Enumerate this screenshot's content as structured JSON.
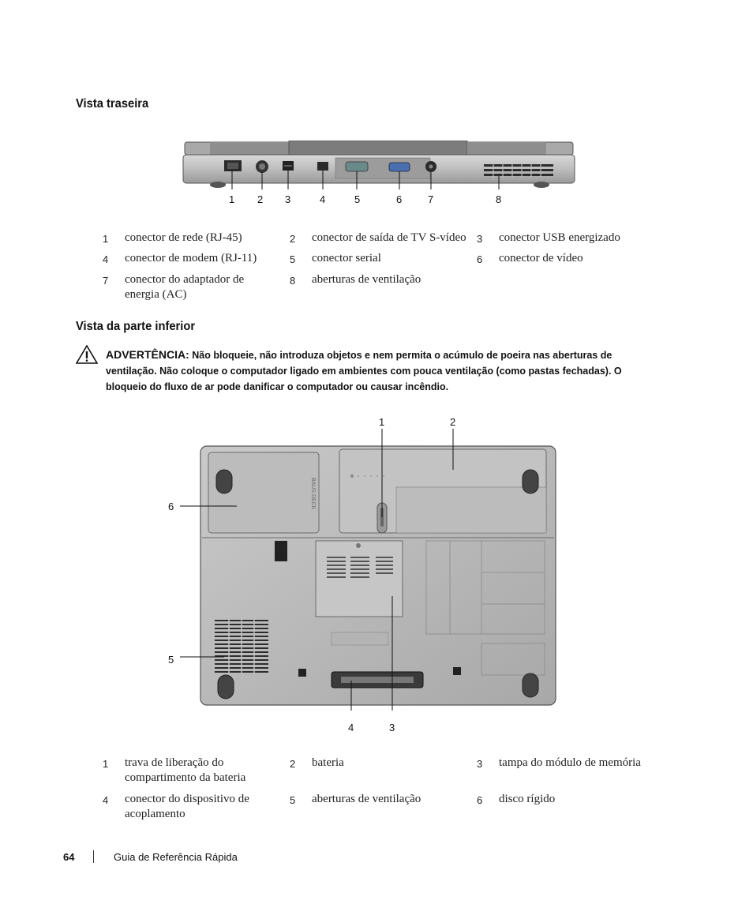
{
  "section_rear": {
    "heading": "Vista traseira",
    "callouts": [
      "1",
      "2",
      "3",
      "4",
      "5",
      "6",
      "7",
      "8"
    ],
    "legend": [
      {
        "num": "1",
        "text": "conector de rede (RJ-45)"
      },
      {
        "num": "2",
        "text": "conector de saída de TV S-vídeo"
      },
      {
        "num": "3",
        "text": "conector USB energizado"
      },
      {
        "num": "4",
        "text": "conector de modem (RJ-11)"
      },
      {
        "num": "5",
        "text": "conector serial"
      },
      {
        "num": "6",
        "text": "conector de vídeo"
      },
      {
        "num": "7",
        "text": "conector do adaptador de energia (AC)"
      },
      {
        "num": "8",
        "text": "aberturas de ventilação"
      }
    ]
  },
  "section_bottom": {
    "heading": "Vista da parte inferior",
    "warning": {
      "label": "ADVERTÊNCIA:",
      "text": "Não bloqueie, não introduza objetos e nem permita o acúmulo de poeira nas aberturas de ventilação. Não coloque o computador ligado em ambientes com pouca ventilação (como pastas fechadas). O bloqueio do fluxo de ar pode danificar o computador ou causar incêndio."
    },
    "callouts": {
      "c1": "1",
      "c2": "2",
      "c3": "3",
      "c4": "4",
      "c5": "5",
      "c6": "6"
    },
    "legend": [
      {
        "num": "1",
        "text": "trava de liberação do compartimento da bateria"
      },
      {
        "num": "2",
        "text": "bateria"
      },
      {
        "num": "3",
        "text": "tampa do módulo de memória"
      },
      {
        "num": "4",
        "text": "conector do dispositivo de acoplamento"
      },
      {
        "num": "5",
        "text": "aberturas de ventilação"
      },
      {
        "num": "6",
        "text": "disco rígido"
      }
    ]
  },
  "footer": {
    "page_number": "64",
    "title": "Guia de Referência Rápida"
  }
}
